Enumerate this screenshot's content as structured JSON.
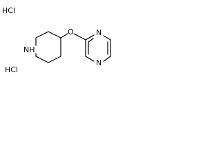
{
  "molecule": {
    "piperidine_nh": "NH",
    "ether_oxygen": "O",
    "pyrazine_n_top": "N",
    "pyrazine_n_bottom": "N"
  },
  "salts": [
    "HCl",
    "HCl"
  ],
  "colors": {
    "bond": "#000000",
    "text": "#000000",
    "background": "#ffffff"
  }
}
